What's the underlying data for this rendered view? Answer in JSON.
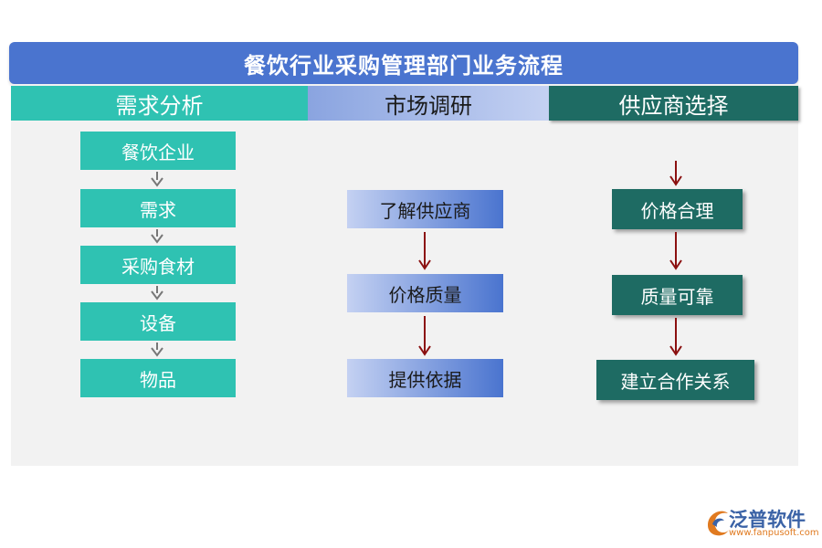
{
  "title": "餐饮行业采购管理部门业务流程",
  "columns": [
    {
      "header": "需求分析",
      "steps": [
        "餐饮企业",
        "需求",
        "采购食材",
        "设备",
        "物品"
      ]
    },
    {
      "header": "市场调研",
      "steps": [
        "了解供应商",
        "价格质量",
        "提供依据"
      ]
    },
    {
      "header": "供应商选择",
      "steps": [
        "价格合理",
        "质量可靠",
        "建立合作关系"
      ]
    }
  ],
  "logo": {
    "name": "泛普软件",
    "url": "www.fanpusoft.com"
  },
  "colors": {
    "title": "#4a74cf",
    "teal": "#2fc2b2",
    "dark_teal": "#1e6b63",
    "arrow_red": "#8b1010",
    "arrow_gray": "#777777"
  }
}
